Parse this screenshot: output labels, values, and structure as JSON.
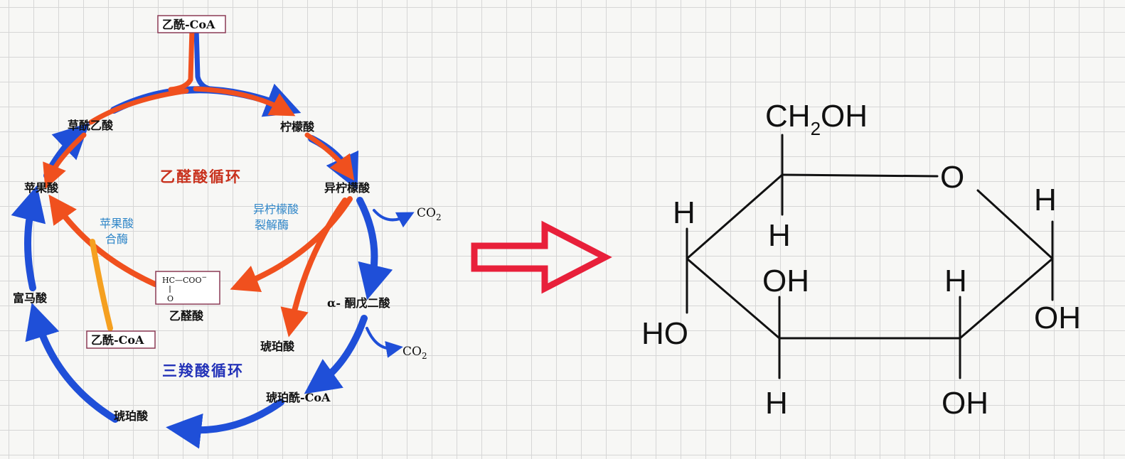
{
  "cycle": {
    "top_input": "乙酰-CoA",
    "glyoxylate_cycle_title": "乙醛酸循环",
    "tca_cycle_title": "三羧酸循环",
    "metabolites": {
      "oxaloacetate": "草酰乙酸",
      "citrate": "柠檬酸",
      "isocitrate": "异柠檬酸",
      "alpha_ketoglutarate": "α- 酮戊二酸",
      "succinyl_coa": "琥珀酰-CoA",
      "succinate_bottom": "琥珀酸",
      "fumarate": "富马酸",
      "malate": "苹果酸",
      "succinate_inner": "琥珀酸",
      "glyoxylate": "乙醛酸",
      "inner_acetyl_coa": "乙酰-CoA"
    },
    "co2": {
      "base": "CO",
      "sub": "2"
    },
    "enzymes": {
      "isocitrate_lyase_line1": "异柠檬酸",
      "isocitrate_lyase_line2": "裂解酶",
      "malate_synthase_line1": "苹果酸",
      "malate_synthase_line2": "合酶"
    },
    "glyoxylate_structure": {
      "top": "HC—COO",
      "charge": "−",
      "bottom": "O"
    }
  },
  "transition_arrow_color": "#e8203a",
  "molecule": {
    "ch2oh": {
      "part1": "CH",
      "sub": "2",
      "part2": "OH"
    },
    "ring_oxygen": "O",
    "substituents": {
      "c5_h": "H",
      "c4_h": "H",
      "c4_ho": "HO",
      "c3_oh": "OH",
      "c3_h": "H",
      "c2_h": "H",
      "c2_oh": "OH",
      "c1_h": "H",
      "c1_oh": "OH"
    }
  },
  "colors": {
    "tca_blue": "#1f4fd8",
    "glyoxylate_orange": "#f0501e",
    "enzyme_blue": "#2f86c8",
    "glyoxylate_title_red": "#c8321e",
    "tca_title_blue": "#2433b8"
  }
}
